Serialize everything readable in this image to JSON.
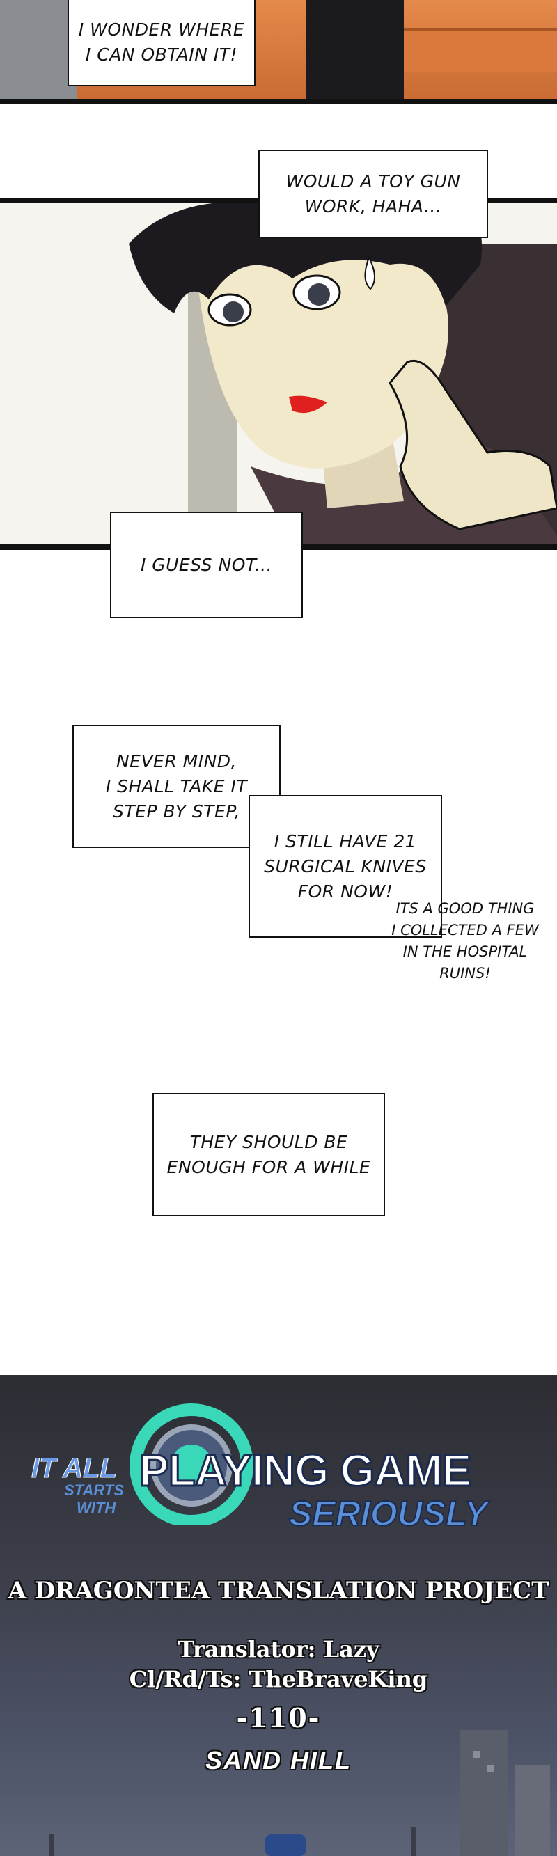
{
  "bubbles": {
    "b1": "I WONDER WHERE\nI CAN OBTAIN IT!",
    "b2": "WOULD A TOY GUN\nWORK, HAHA...",
    "b3": "I GUESS NOT...",
    "b4": "NEVER MIND,\nI SHALL TAKE IT\nSTEP BY STEP,",
    "b5": "I STILL HAVE 21\nSURGICAL KNIVES\nFOR NOW!",
    "b6": "ITS A GOOD THING\nI COLLECTED A FEW\nIN THE HOSPITAL\nRUINS!",
    "b7": "THEY SHOULD BE\nENOUGH FOR A WHILE"
  },
  "credits": {
    "logo_line1": "IT ALL",
    "logo_line2": "STARTS",
    "logo_line3": "WITH",
    "logo_main": "PLAYING GAME",
    "logo_sub": "SERIOUSLY",
    "project": "A DRAGONTEA TRANSLATION PROJECT",
    "translator": "Translator: Lazy",
    "staff": "Cl/Rd/Ts: TheBraveKing",
    "chapter": "-110-",
    "chapter_title": "SAND HILL"
  },
  "colors": {
    "panel_border": "#111111",
    "banner_top": "#2c2d33",
    "banner_bottom": "#5d6478",
    "logo_teal": "#38d8b8",
    "logo_blue": "#5a8fd8"
  }
}
